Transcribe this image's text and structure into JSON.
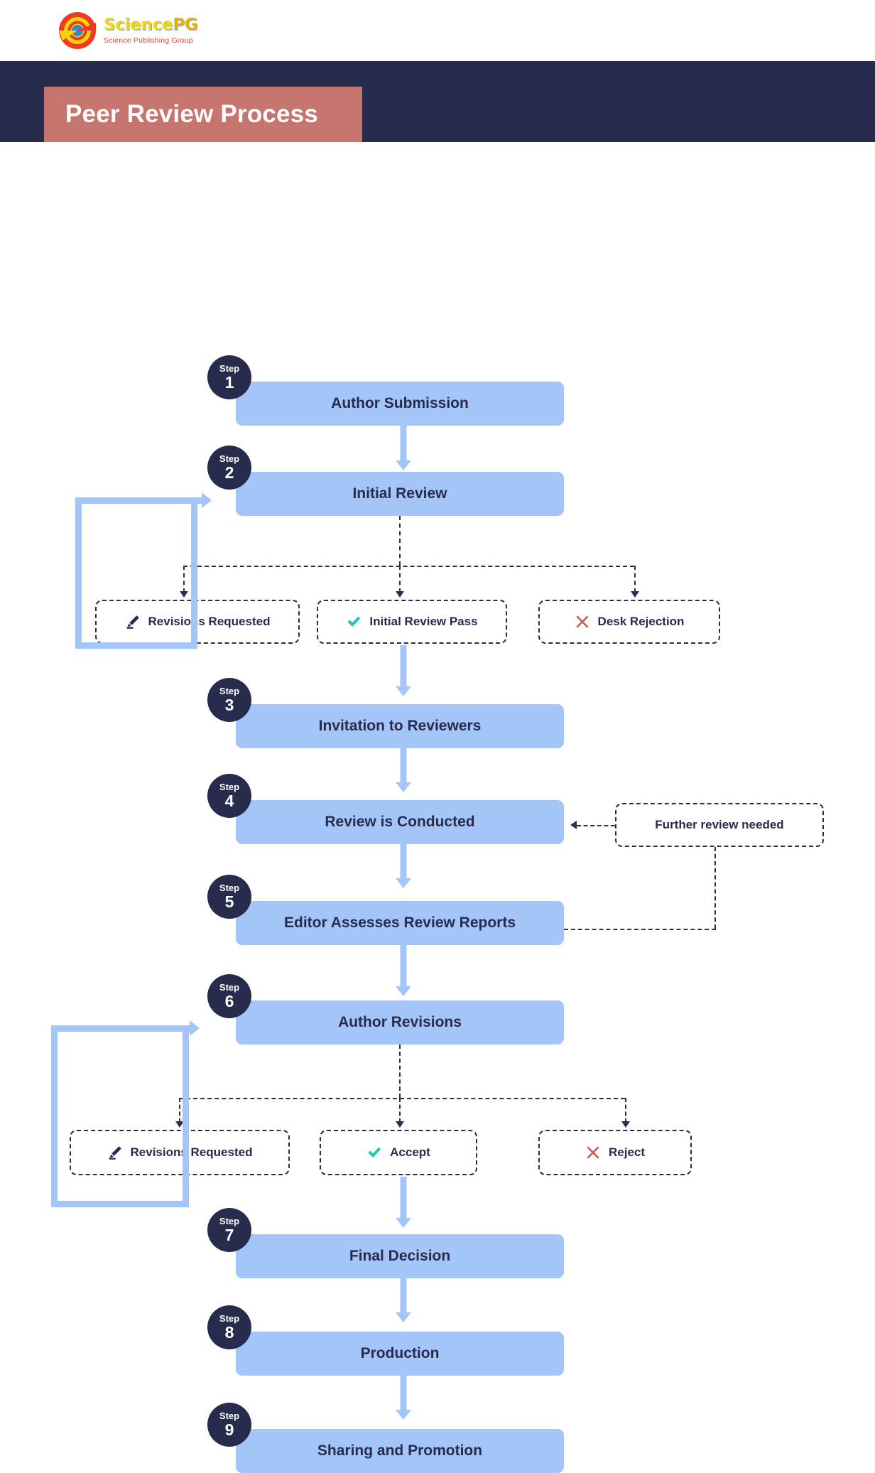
{
  "brand": {
    "name_part1": "Science",
    "name_part2": "PG",
    "tagline": "Science Publishing Group",
    "logo_icon": "sciencepg-target-logo"
  },
  "header": {
    "title": "Peer Review Process",
    "band_color": "#272b4c",
    "plate_color": "#c6746e"
  },
  "colors": {
    "step_box": "#a4c5f7",
    "badge": "#272b4c",
    "text_dark": "#272b4c",
    "check": "#18c8b0",
    "reject": "#c4605c"
  },
  "chart_data": {
    "type": "diagram",
    "title": "Peer Review Process",
    "step_label": "Step",
    "steps": [
      {
        "number": "1",
        "label": "Author Submission"
      },
      {
        "number": "2",
        "label": "Initial Review"
      },
      {
        "number": "3",
        "label": "Invitation to Reviewers"
      },
      {
        "number": "4",
        "label": "Review is Conducted"
      },
      {
        "number": "5",
        "label": "Editor Assesses Review Reports"
      },
      {
        "number": "6",
        "label": "Author Revisions"
      },
      {
        "number": "7",
        "label": "Final Decision"
      },
      {
        "number": "8",
        "label": "Production"
      },
      {
        "number": "9",
        "label": "Sharing and Promotion"
      }
    ],
    "outcomes_initial_review": [
      {
        "label": "Revisions Requested",
        "icon": "pencil-icon"
      },
      {
        "label": "Initial Review Pass",
        "icon": "check-icon"
      },
      {
        "label": "Desk Rejection",
        "icon": "cross-icon"
      }
    ],
    "outcomes_author_revisions": [
      {
        "label": "Revisions Requested",
        "icon": "pencil-icon"
      },
      {
        "label": "Accept",
        "icon": "check-icon"
      },
      {
        "label": "Reject",
        "icon": "cross-icon"
      }
    ],
    "side_note": {
      "label": "Further review needed"
    }
  }
}
